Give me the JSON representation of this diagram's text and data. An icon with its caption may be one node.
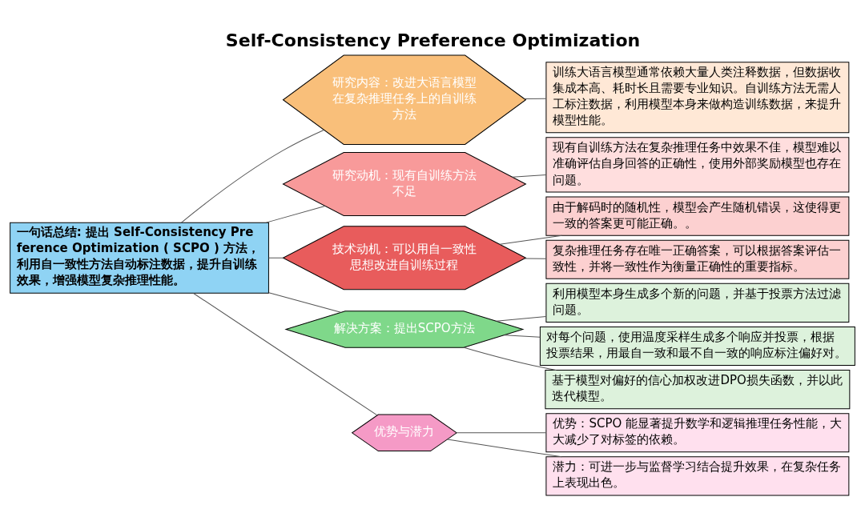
{
  "diagram": {
    "title": "Self-Consistency Preference Optimization",
    "nodes": [
      {
        "text": [
          "一句话总结: 提出 Self-Consistency Preference Optimization ( SCPO ) 方法，利用自一致性方法自动标注数据，提升自训练效果，增强模型复杂推理性能。"
        ]
      },
      {
        "text": [
          "研究内容：改进大语言模型在复杂推理任务上的自训练方法"
        ]
      },
      {
        "text": [
          "训练大语言模型通常依赖大量人类注释数据，但数据收集成本高、耗时长且需要专业知识。自训练方法无需人工标注数据，利用模型本身来做构造训练数据，来提升模型性能。"
        ]
      },
      {
        "text": [
          "研究动机：现有自训练方法不足"
        ]
      },
      {
        "text": [
          "现有自训练方法在复杂推理任务中效果不佳，模型难以准确评估自身回答的正确性，使用外部奖励模型也存在问题。"
        ]
      },
      {
        "text": [
          "技术动机：可以用自一致性思想改进自训练过程"
        ]
      },
      {
        "text": [
          "由于解码时的随机性，模型会产生随机错误，这使得更一致的答案更可能正确。。"
        ]
      },
      {
        "text": [
          "复杂推理任务存在唯一正确答案，可以根据答案评估一致性，并将一致性作为衡量正确性的重要指标。"
        ]
      },
      {
        "text": [
          "解决方案：提出SCPO方法"
        ]
      },
      {
        "text": [
          "利用模型本身生成多个新的问题，并基于投票方法过滤问题。"
        ]
      },
      {
        "text": [
          "对每个问题，使用温度采样生成多个响应并投票，根据投票结果，用最自一致和最不自一致的响应标注偏好对。"
        ]
      },
      {
        "text": [
          "基于模型对偏好的信心加权改进DPO损失函数，并以此迭代模型。"
        ]
      },
      {
        "text": [
          "优势与潜力"
        ]
      },
      {
        "text": [
          "优势：SCPO 能显著提升数学和逻辑推理任务性能，大大减少了对标签的依赖。"
        ]
      },
      {
        "text": [
          "潜力：可进一步与监督学习结合提升效果，在复杂任务上表现出色。"
        ]
      }
    ],
    "edges": [
      {
        "from": 0,
        "to": 1,
        "arrow": "none"
      },
      {
        "from": 1,
        "to": 2,
        "arrow": "none"
      },
      {
        "from": 0,
        "to": 3,
        "arrow": "none"
      },
      {
        "from": 3,
        "to": 4,
        "arrow": "none"
      },
      {
        "from": 0,
        "to": 5,
        "arrow": "none"
      },
      {
        "from": 5,
        "to": 6,
        "arrow": "none"
      },
      {
        "from": 5,
        "to": 7,
        "arrow": "none"
      },
      {
        "from": 0,
        "to": 8,
        "arrow": "none"
      },
      {
        "from": 8,
        "to": 9,
        "arrow": "none"
      },
      {
        "from": 8,
        "to": 10,
        "arrow": "none"
      },
      {
        "from": 8,
        "to": 11,
        "arrow": "none"
      },
      {
        "from": 0,
        "to": 12,
        "arrow": "none"
      },
      {
        "from": 12,
        "to": 13,
        "arrow": "none"
      },
      {
        "from": 12,
        "to": 14,
        "arrow": "none"
      }
    ]
  }
}
